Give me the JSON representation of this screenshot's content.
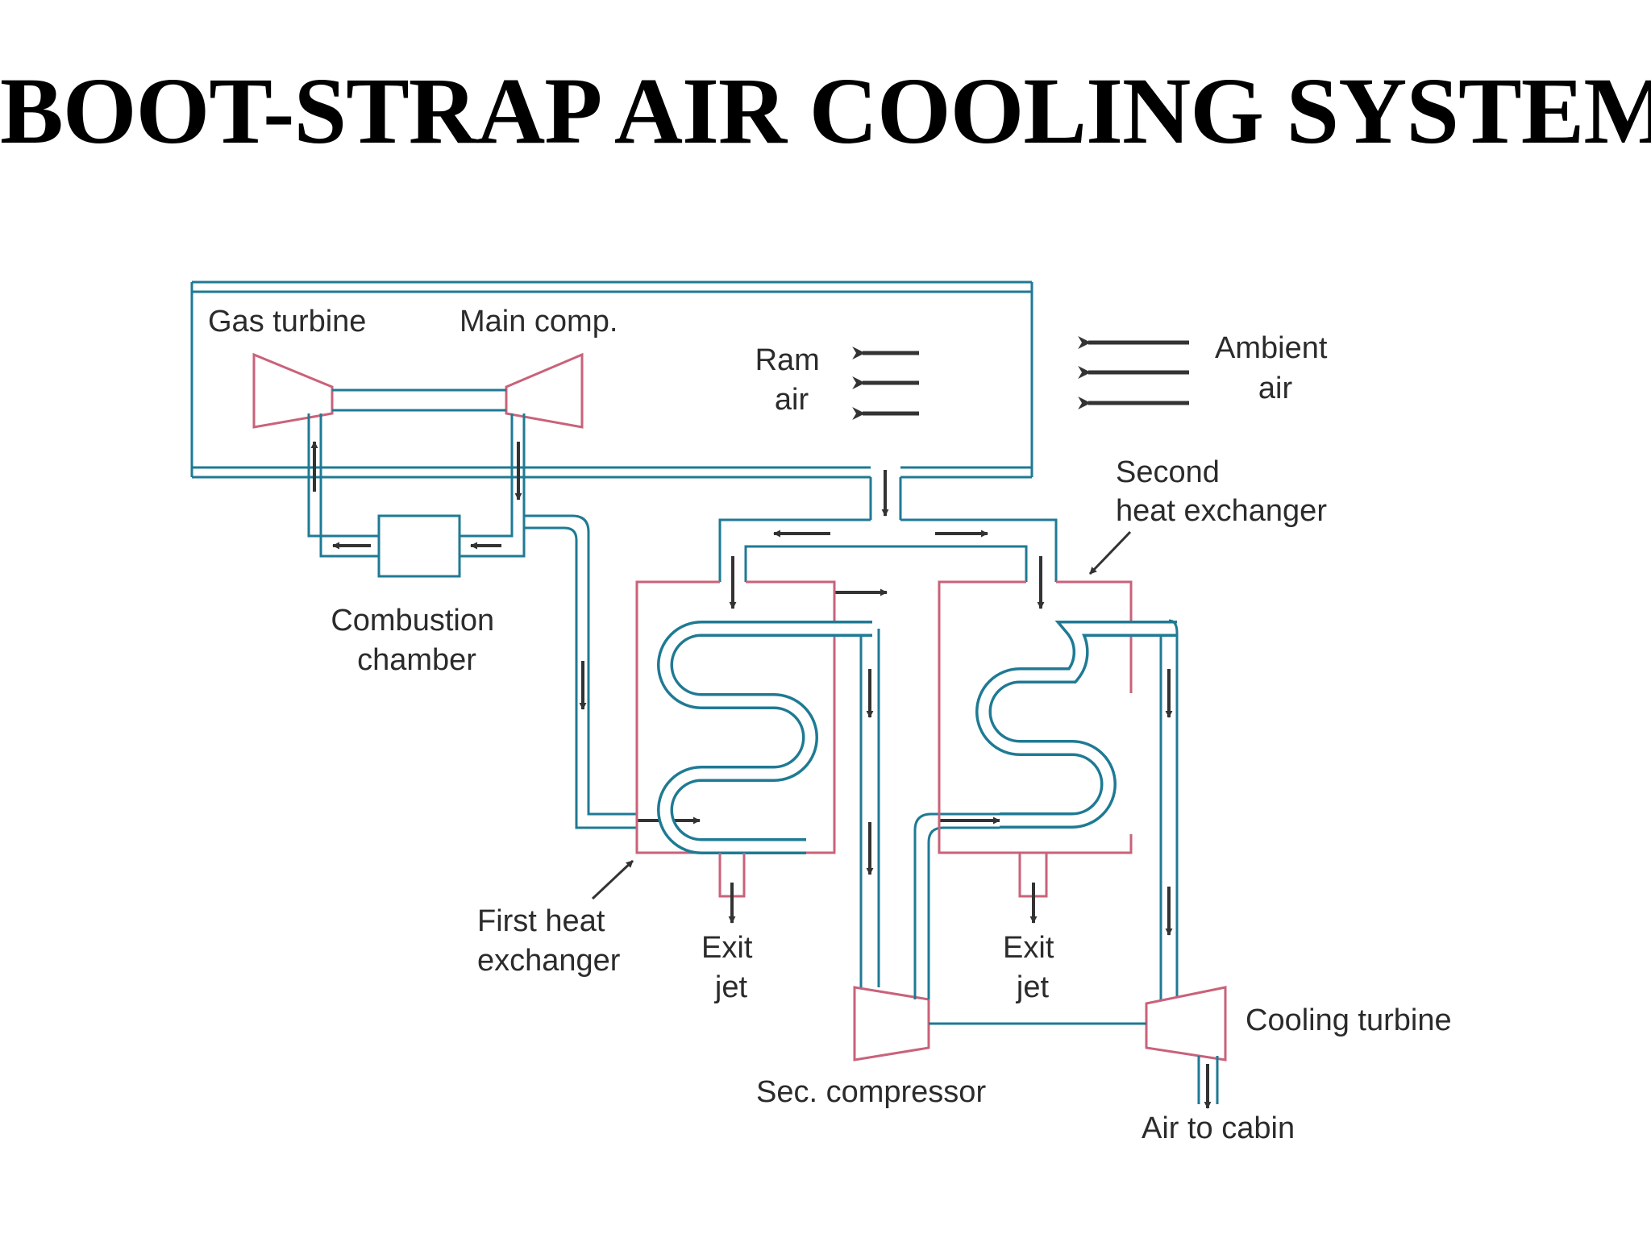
{
  "title": "BOOT-STRAP AIR COOLING SYSTEM",
  "labels": {
    "gas_turbine": "Gas turbine",
    "main_comp": "Main comp.",
    "ram_air": [
      "Ram",
      "air"
    ],
    "ambient_air": [
      "Ambient",
      "air"
    ],
    "second_heat_exchanger": [
      "Second",
      "heat exchanger"
    ],
    "combustion_chamber": [
      "Combustion",
      "chamber"
    ],
    "first_heat_exchanger": [
      "First heat",
      "exchanger"
    ],
    "exit_jet_1": [
      "Exit",
      "jet"
    ],
    "exit_jet_2": [
      "Exit",
      "jet"
    ],
    "sec_compressor": "Sec. compressor",
    "cooling_turbine": "Cooling turbine",
    "air_to_cabin": "Air to cabin"
  },
  "colors": {
    "duct": "#1f7a94",
    "machine": "#c9627a",
    "arrow": "#333333",
    "text": "#2b2b2b"
  }
}
